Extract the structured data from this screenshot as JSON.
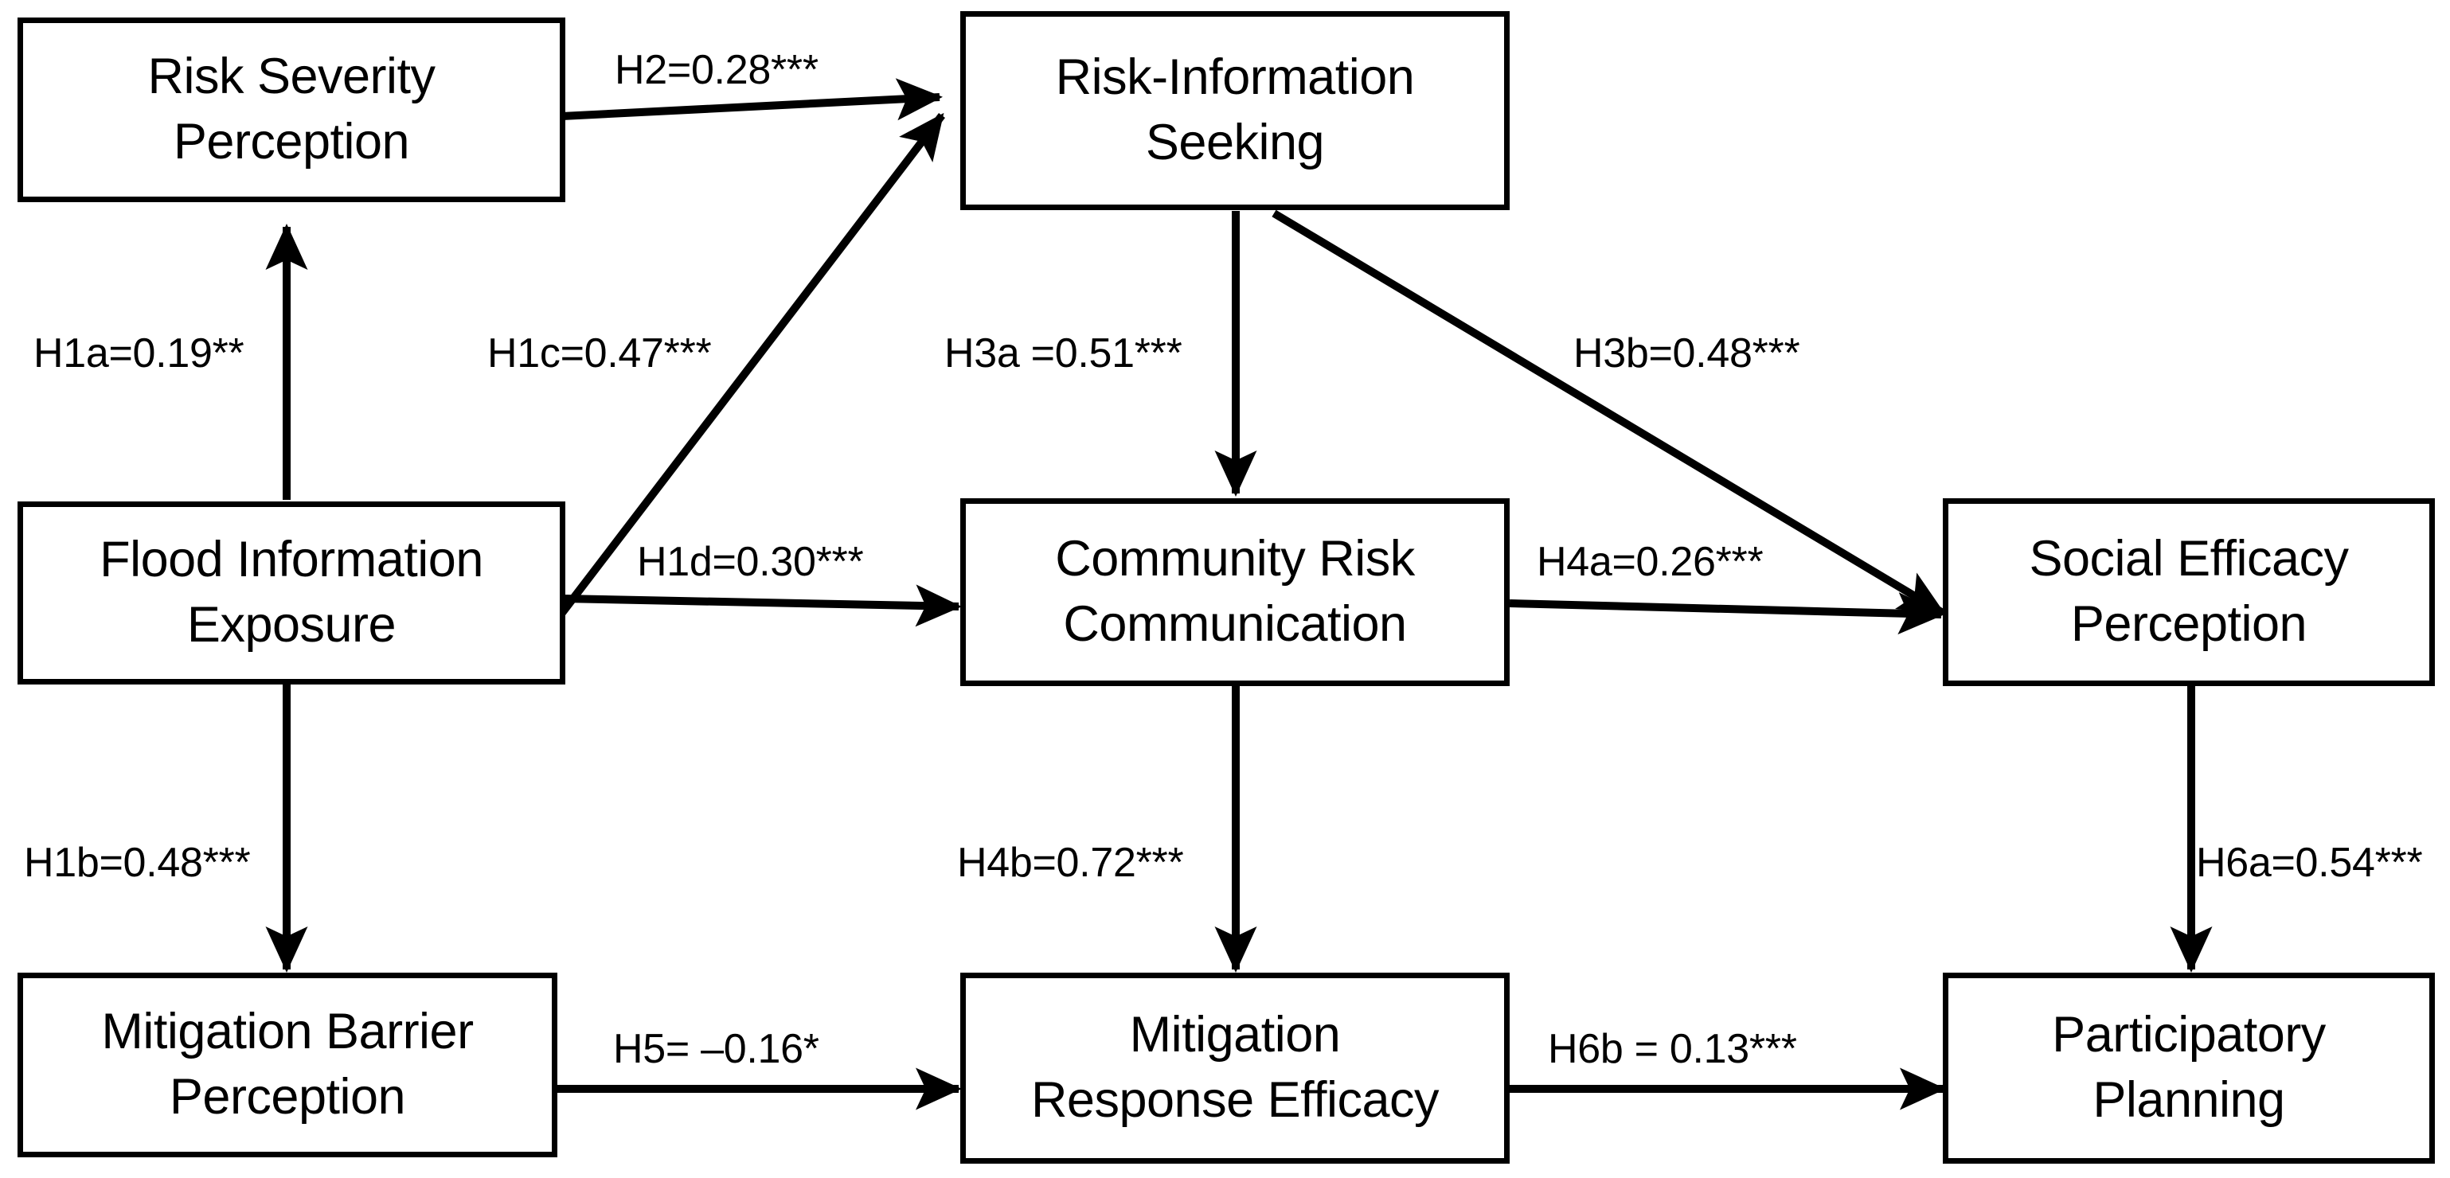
{
  "diagram": {
    "title": "Flood risk communication structural path model",
    "background_color": "#ffffff",
    "stroke_color": "#000000",
    "nodes": [
      {
        "id": "risk-severity-perception",
        "line1": "Risk Severity",
        "line2": "Perception"
      },
      {
        "id": "risk-information-seeking",
        "line1": "Risk-Information",
        "line2": "Seeking"
      },
      {
        "id": "flood-information-exposure",
        "line1": "Flood Information",
        "line2": "Exposure"
      },
      {
        "id": "community-risk-communication",
        "line1": "Community Risk",
        "line2": "Communication"
      },
      {
        "id": "social-efficacy-perception",
        "line1": "Social Efficacy",
        "line2": "Perception"
      },
      {
        "id": "mitigation-barrier-perception",
        "line1": "Mitigation Barrier",
        "line2": "Perception"
      },
      {
        "id": "mitigation-response-efficacy",
        "line1": "Mitigation",
        "line2": "Response Efficacy"
      },
      {
        "id": "participatory-planning",
        "line1": "Participatory",
        "line2": "Planning"
      }
    ],
    "edges": [
      {
        "id": "h2",
        "label": "H2=0.28***",
        "from": "risk-severity-perception",
        "to": "risk-information-seeking",
        "hypothesis": "H2",
        "coefficient": 0.28,
        "significance": "***"
      },
      {
        "id": "h1a",
        "label": "H1a=0.19**",
        "from": "flood-information-exposure",
        "to": "risk-severity-perception",
        "hypothesis": "H1a",
        "coefficient": 0.19,
        "significance": "**"
      },
      {
        "id": "h1c",
        "label": "H1c=0.47***",
        "from": "flood-information-exposure",
        "to": "risk-information-seeking",
        "hypothesis": "H1c",
        "coefficient": 0.47,
        "significance": "***"
      },
      {
        "id": "h3a",
        "label": "H3a =0.51***",
        "from": "risk-information-seeking",
        "to": "community-risk-communication",
        "hypothesis": "H3a",
        "coefficient": 0.51,
        "significance": "***"
      },
      {
        "id": "h3b",
        "label": "H3b=0.48***",
        "from": "risk-information-seeking",
        "to": "social-efficacy-perception",
        "hypothesis": "H3b",
        "coefficient": 0.48,
        "significance": "***"
      },
      {
        "id": "h1d",
        "label": "H1d=0.30***",
        "from": "flood-information-exposure",
        "to": "community-risk-communication",
        "hypothesis": "H1d",
        "coefficient": 0.3,
        "significance": "***"
      },
      {
        "id": "h4a",
        "label": "H4a=0.26***",
        "from": "community-risk-communication",
        "to": "social-efficacy-perception",
        "hypothesis": "H4a",
        "coefficient": 0.26,
        "significance": "***"
      },
      {
        "id": "h1b",
        "label": "H1b=0.48***",
        "from": "flood-information-exposure",
        "to": "mitigation-barrier-perception",
        "hypothesis": "H1b",
        "coefficient": 0.48,
        "significance": "***"
      },
      {
        "id": "h4b",
        "label": "H4b=0.72***",
        "from": "community-risk-communication",
        "to": "mitigation-response-efficacy",
        "hypothesis": "H4b",
        "coefficient": 0.72,
        "significance": "***"
      },
      {
        "id": "h6a",
        "label": "H6a=0.54***",
        "from": "social-efficacy-perception",
        "to": "participatory-planning",
        "hypothesis": "H6a",
        "coefficient": 0.54,
        "significance": "***"
      },
      {
        "id": "h5",
        "label": "H5= –0.16*",
        "from": "mitigation-barrier-perception",
        "to": "mitigation-response-efficacy",
        "hypothesis": "H5",
        "coefficient": -0.16,
        "significance": "*"
      },
      {
        "id": "h6b",
        "label": "H6b = 0.13***",
        "from": "mitigation-response-efficacy",
        "to": "participatory-planning",
        "hypothesis": "H6b",
        "coefficient": 0.13,
        "significance": "***"
      }
    ]
  }
}
